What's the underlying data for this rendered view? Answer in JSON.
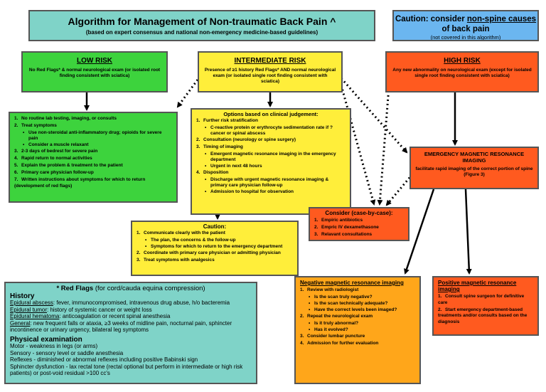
{
  "title": {
    "main": "Algorithm for Management of Non-traumatic Back Pain ^",
    "sub": "(based on expert consensus and national non-emergency medicine-based guidelines)"
  },
  "caution_top": {
    "prefix": "Caution: consider ",
    "underlined": "non-spine causes",
    "suffix": " of back pain",
    "note": "(not covered in this algorithm)"
  },
  "low_risk": {
    "heading": "LOW RISK",
    "desc": "No Red Flags* & normal neurological exam (or isolated root finding consistent with sciatica)"
  },
  "intermediate_risk": {
    "heading": "INTERMEDIATE RISK",
    "desc": "Presence of ≥1 history Red Flags* AND normal neurological exam (or isolated single root finding consistent with sciatica)"
  },
  "high_risk": {
    "heading": "HIGH RISK",
    "desc": "Any new abnormality on neurological exam (except for isolated single root finding consistent with sciatica)"
  },
  "low_options": {
    "items": [
      {
        "num": "1.",
        "text": "No routine lab testing, imaging, or consults"
      },
      {
        "num": "2.",
        "text": "Treat symptoms",
        "subs": [
          "Use non-steroidal anti-inflammatory drug; opioids for severe pain",
          "Consider a muscle relaxant"
        ]
      },
      {
        "num": "3.",
        "text": "2-3 days of bedrest for severe pain"
      },
      {
        "num": "4.",
        "text": "Rapid return to normal activities"
      },
      {
        "num": "5.",
        "text": "Explain the problem & treatment to the patient"
      },
      {
        "num": "6.",
        "text": "Primary care physician follow-up"
      },
      {
        "num": "7.",
        "text": "Written instructions about symptoms for which to return (development of red flags)"
      }
    ]
  },
  "int_options": {
    "heading": "Options based on clinical judgement:",
    "items": [
      {
        "num": "1.",
        "text": "Further risk stratification",
        "subs": [
          "C-reactive protein or erythrocyte sedimentation rate if ? cancer or spinal abscess"
        ]
      },
      {
        "num": "2.",
        "text": "Consultation (neurology or spine surgery)"
      },
      {
        "num": "3.",
        "text": "Timing of imaging",
        "subs": [
          "Emergent magnetic resonance imaging in the emergency department",
          "Urgent in next 48 hours"
        ]
      },
      {
        "num": "4.",
        "text": "Disposition",
        "subs": [
          "Discharge with urgent magnetic resonance imaging & primary care physician follow-up",
          "Admission to hospital for observation"
        ]
      }
    ]
  },
  "caution_box": {
    "heading": "Caution:",
    "items": [
      {
        "num": "1.",
        "text": "Communicate clearly with the patient",
        "subs": [
          "The plan, the concerns & the follow-up",
          "Symptoms for which to return to the emergency department"
        ]
      },
      {
        "num": "2.",
        "text": "Coordinate with primary care physician or admitting physician"
      },
      {
        "num": "3.",
        "text": "Treat symptoms with analgesics"
      }
    ]
  },
  "emergency_mri": {
    "heading": "EMERGENCY MAGNETIC RESONANCE IMAGING",
    "desc": "facilitate rapid imaging of the correct portion of spine (Figure 3)"
  },
  "consider_box": {
    "heading": "Consider (case-by-case):",
    "items": [
      {
        "num": "1.",
        "text": "Empiric antibiotics"
      },
      {
        "num": "2.",
        "text": "Empric IV dexamethasone"
      },
      {
        "num": "3.",
        "text": "Relavant consultations"
      }
    ]
  },
  "red_flags": {
    "heading_bold": "* Red Flags",
    "heading_rest": " (for cord/cauda equina compression)",
    "history_title": "History",
    "history": [
      {
        "label": "Epidural abscess",
        "text": ": fever, immunocompromised, intravenous drug abuse, h/o bacteremia"
      },
      {
        "label": "Epidural tumor",
        "text": ": history of systemic cancer or weight loss"
      },
      {
        "label": "Epidural hematoma",
        "text": ": anticoagulation or recent spinal anesthesia"
      },
      {
        "label": "General",
        "text": ": new frequent falls or ataxia, ≥3 weeks of midline pain, nocturnal pain, sphincter incontinence or urinary urgency, bilateral leg symptoms"
      }
    ],
    "exam_title": "Physical examination",
    "exam": [
      "Motor - weakness in legs (or arms)",
      "Sensory - sensory level or saddle anesthesia",
      "Reflexes - diminished or abnormal reflexes including positive Babinski sign",
      "Sphincter dysfunction - lax rectal tone (rectal optional but perform in intermediate or high risk patients) or post-void residual >100 cc's"
    ]
  },
  "negative_mri": {
    "heading": "Negative magnetic resonance imaging",
    "items": [
      {
        "num": "1.",
        "text": "Review with radiologist",
        "subs": [
          "Is the scan truly negative?",
          "Is the scan technically adequate?",
          "Have the correct levels been imaged?"
        ]
      },
      {
        "num": "2.",
        "text": "Repeat the neurological exam",
        "subs": [
          "Is it truly abnormal?",
          "Has it evolved?"
        ]
      },
      {
        "num": "3.",
        "text": "Consider lumbar puncture"
      },
      {
        "num": "4.",
        "text": "Admission for further evaluation"
      }
    ]
  },
  "positive_mri": {
    "heading": "Positive magnetic resonance imaging",
    "items": [
      {
        "num": "1.",
        "text": "Consult spine surgeon for definitive care"
      },
      {
        "num": "2.",
        "text": "Start emergency department-based treatments and/or consults based on the diagnosis"
      }
    ]
  },
  "colors": {
    "teal": "#7fd3c8",
    "blue": "#6bb6f0",
    "green": "#3dd33d",
    "yellow": "#ffee3a",
    "red_orange": "#ff5a1f",
    "orange": "#ffa61a"
  }
}
